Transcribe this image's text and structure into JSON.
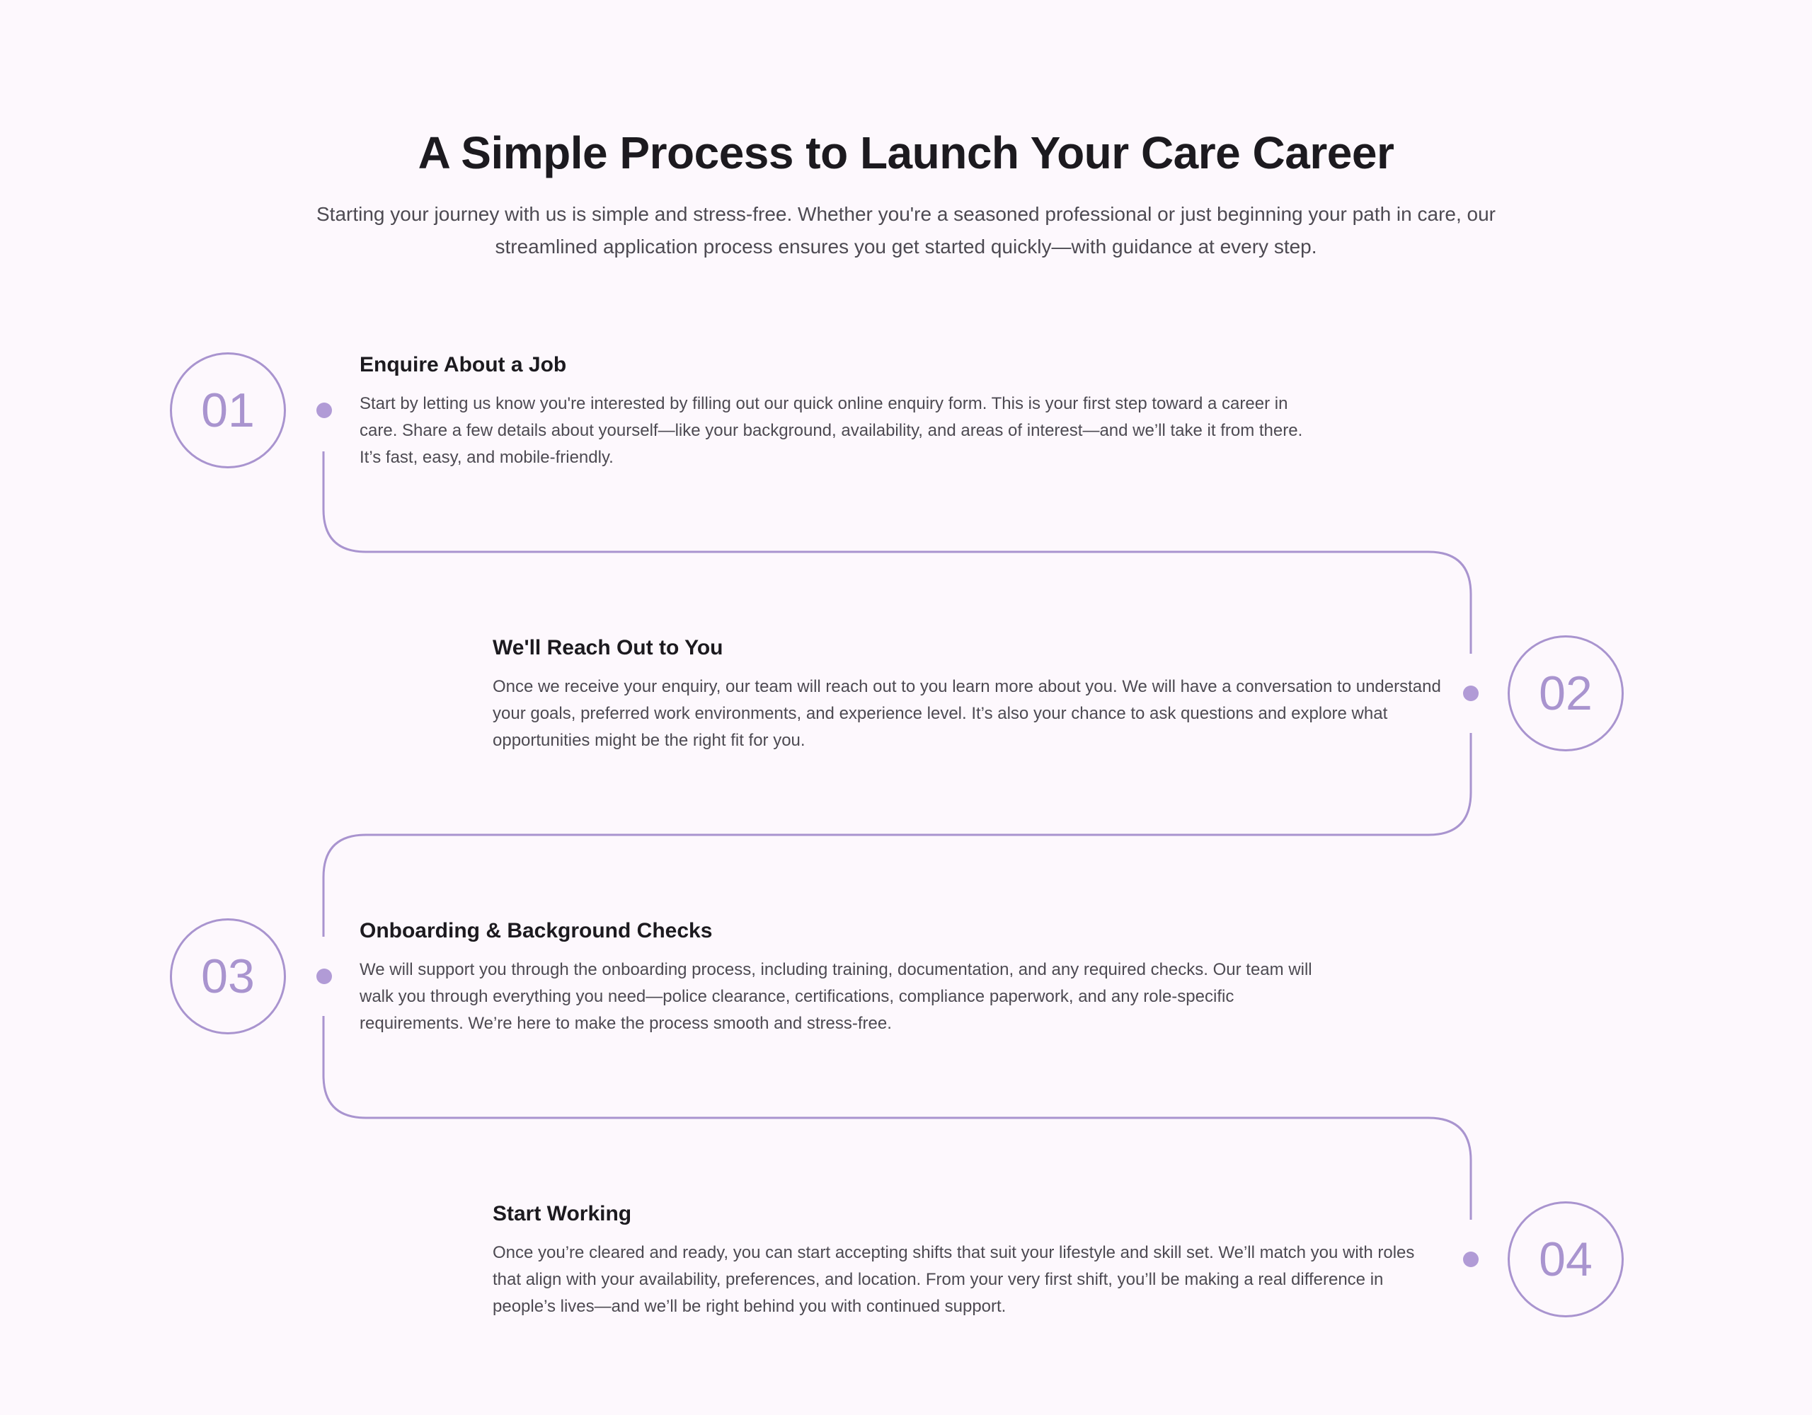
{
  "header": {
    "title": "A Simple Process to Launch Your Care Career",
    "intro": "Starting your journey with us is simple and stress-free. Whether you're a seasoned professional or just beginning your path in care, our streamlined application process ensures you get started quickly—with guidance at every step."
  },
  "steps": [
    {
      "number": "01",
      "title": "Enquire About a Job",
      "description": "Start by letting us know you're interested by filling out our quick online enquiry form. This is your first step toward a career in care. Share a few details about yourself—like your background, availability, and areas of interest—and we’ll take it from there. It’s fast, easy, and mobile-friendly."
    },
    {
      "number": "02",
      "title": "We'll Reach Out to You",
      "description": "Once we receive your enquiry, our team will reach out to you learn more about you. We will have a conversation to understand your goals, preferred work environments, and experience level. It’s also your chance to ask questions and explore what opportunities might be the right fit for you."
    },
    {
      "number": "03",
      "title": "Onboarding & Background Checks",
      "description": "We will support you through the onboarding process, including training, documentation, and any required checks. Our team will walk you through everything you need—police clearance, certifications, compliance paperwork, and any role-specific requirements. We’re here to make the process smooth and stress-free."
    },
    {
      "number": "04",
      "title": "Start Working",
      "description": "Once you’re cleared and ready, you can start accepting shifts that suit your lifestyle and skill set. We’ll match you with roles that align with your availability, preferences, and location. From your very first shift, you’ll be making a real difference in people’s lives—and we’ll be right behind you with continued support."
    }
  ],
  "colors": {
    "background": "#fdf8fd",
    "accent": "#a994cf",
    "heading": "#1c1a1f",
    "body_text": "#4d4a52"
  }
}
